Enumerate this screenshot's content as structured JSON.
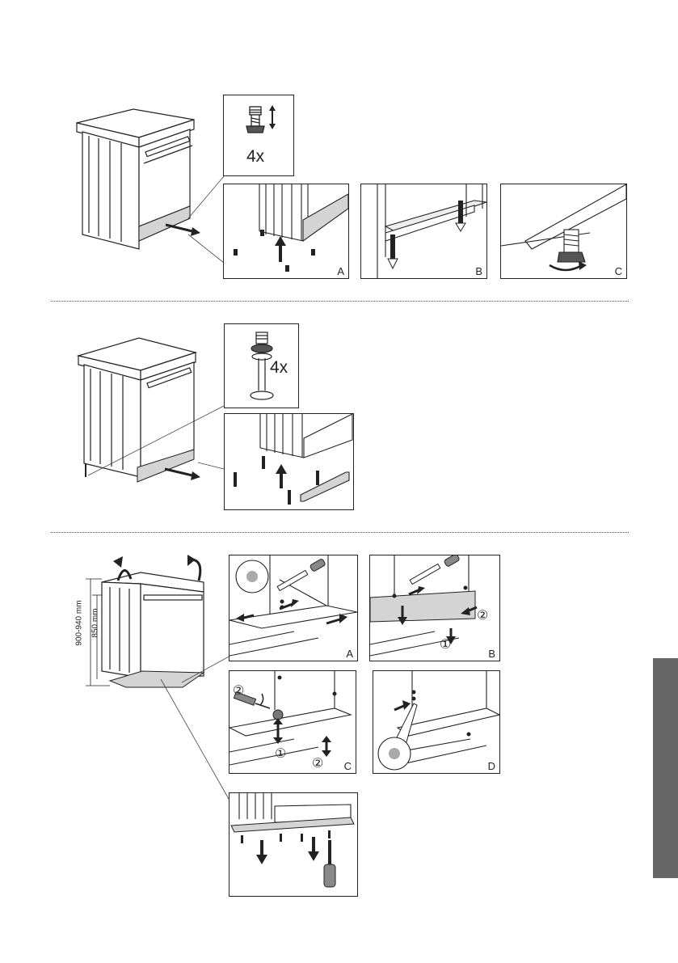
{
  "section1": {
    "feet_count": "4x",
    "panel_labels": [
      "A",
      "B",
      "C"
    ]
  },
  "section2": {
    "feet_count": "4x"
  },
  "section3": {
    "height_range": "900-940 mm",
    "height_fixed": "850 mm",
    "panel_labels": [
      "A",
      "B",
      "C",
      "D"
    ],
    "step_markers": {
      "one": "①",
      "two": "②"
    }
  },
  "colors": {
    "line": "#222222",
    "plinth": "#d4d4d4",
    "side_tab": "#666666"
  }
}
